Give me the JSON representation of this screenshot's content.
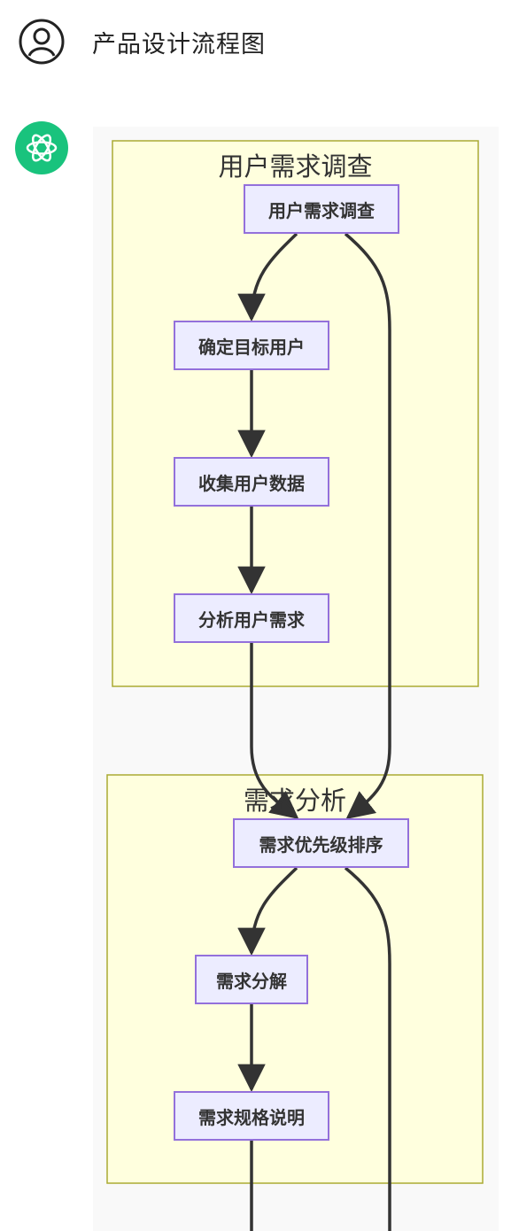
{
  "user_message": "产品设计流程图",
  "diagram": {
    "clusters": [
      {
        "id": "c1",
        "title": "用户需求调查"
      },
      {
        "id": "c2",
        "title": "需求分析"
      }
    ],
    "nodes": [
      {
        "id": "n1",
        "label": "用户需求调查"
      },
      {
        "id": "n2",
        "label": "确定目标用户"
      },
      {
        "id": "n3",
        "label": "收集用户数据"
      },
      {
        "id": "n4",
        "label": "分析用户需求"
      },
      {
        "id": "n5",
        "label": "需求优先级排序"
      },
      {
        "id": "n6",
        "label": "需求分解"
      },
      {
        "id": "n7",
        "label": "需求规格说明"
      }
    ],
    "edges": [
      {
        "from": "用户需求调查",
        "to": "确定目标用户"
      },
      {
        "from": "确定目标用户",
        "to": "收集用户数据"
      },
      {
        "from": "收集用户数据",
        "to": "分析用户需求"
      },
      {
        "from": "分析用户需求",
        "to": "需求优先级排序"
      },
      {
        "from": "用户需求调查",
        "to": "需求优先级排序"
      },
      {
        "from": "需求优先级排序",
        "to": "需求分解"
      },
      {
        "from": "需求分解",
        "to": "需求规格说明"
      }
    ]
  }
}
